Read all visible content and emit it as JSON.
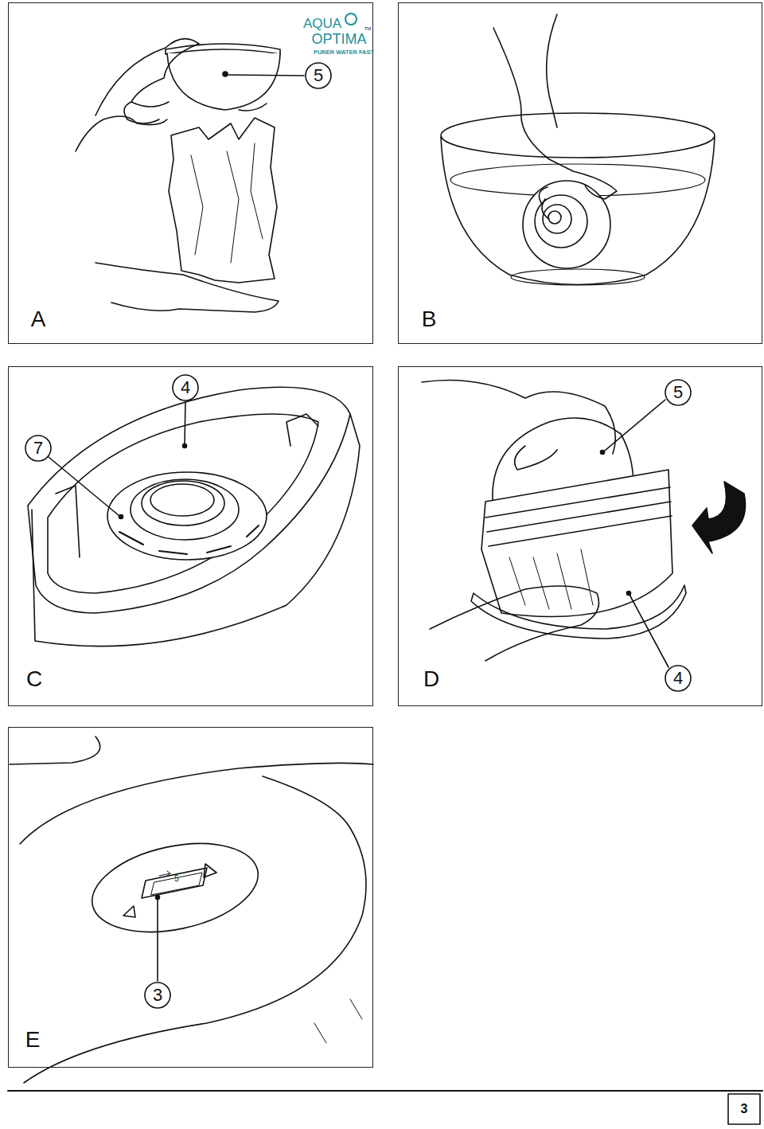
{
  "diagram": {
    "nodes": [
      {
        "text": [
          "A"
        ]
      },
      {
        "text": [
          "B"
        ]
      },
      {
        "text": [
          "C"
        ]
      },
      {
        "text": [
          "D"
        ]
      },
      {
        "text": [
          "E"
        ]
      }
    ],
    "labels": [
      "AQUA",
      "OPTIMA",
      "TM",
      "PURER WATER FAST",
      "5",
      "7",
      "4",
      "5",
      "4",
      "5",
      "3",
      "3"
    ]
  }
}
